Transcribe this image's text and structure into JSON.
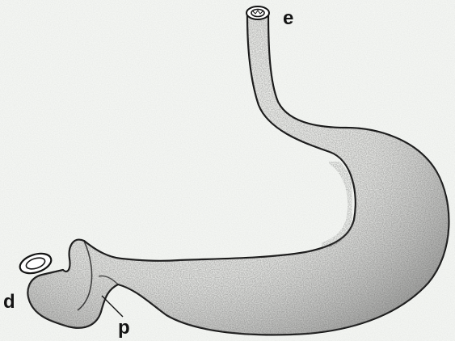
{
  "labels": {
    "esophagus": "e",
    "duodenum": "d",
    "pylorus": "p"
  },
  "colors": {
    "paper": "#f4f6f3",
    "ink": "#141414",
    "organ_fill": "#f1f2ef"
  }
}
